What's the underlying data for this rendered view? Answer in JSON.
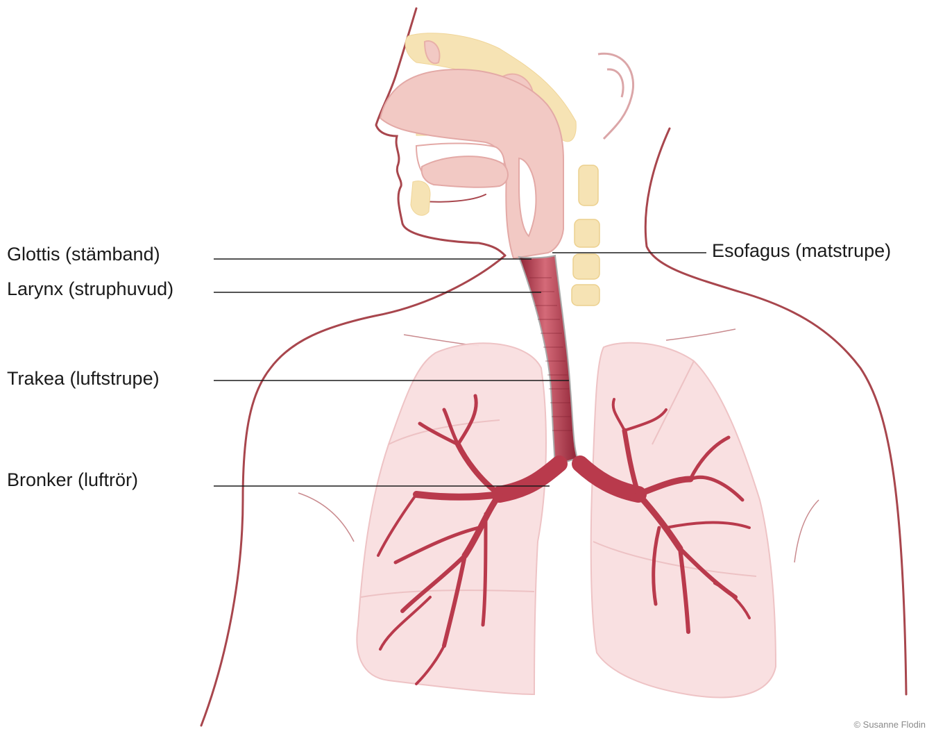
{
  "labels": {
    "glottis": "Glottis (stämband)",
    "larynx": "Larynx (struphuvud)",
    "trakea": "Trakea (luftstrupe)",
    "bronker": "Bronker (luftrör)",
    "esofagus": "Esofagus (matstrupe)"
  },
  "credit": "© Susanne Flodin",
  "colors": {
    "outline": "#a8464d",
    "tissue": "#f2c9c4",
    "bone": "#f6e3b4",
    "lung_fill": "#f9dfe0",
    "airway": "#b93a4c",
    "leader_line": "#1a1a1a"
  }
}
